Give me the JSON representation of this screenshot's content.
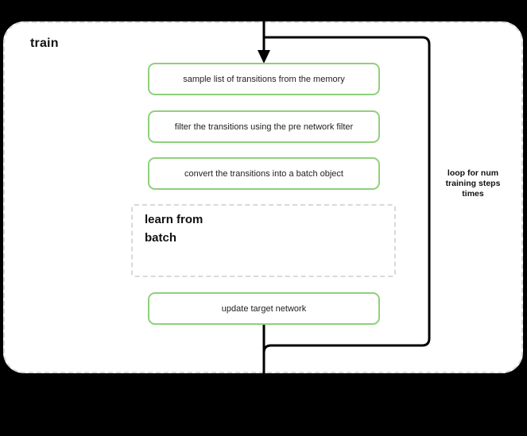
{
  "diagram": {
    "title": "train",
    "background_color": "#000000",
    "container": {
      "name": "train",
      "border_style": "dashed",
      "border_color": "#d9d9d9",
      "fill_color": "#ffffff"
    },
    "accent_green": "#8fd07c",
    "connector_color": "#000000",
    "steps": [
      {
        "id": "sample",
        "label": "sample list of transitions from the memory"
      },
      {
        "id": "filter",
        "label": "filter the transitions using the pre network filter"
      },
      {
        "id": "convert",
        "label": "convert the transitions into a batch object"
      },
      {
        "id": "update",
        "label": "update target network"
      }
    ],
    "sub_block": {
      "id": "learn-from-batch",
      "label": "learn from\nbatch",
      "line1": "learn from",
      "line2": "batch",
      "border_style": "dashed"
    },
    "loop": {
      "label": "loop for num\ntraining steps\ntimes",
      "line1": "loop for num",
      "line2": "training steps",
      "line3": "times"
    },
    "icons": {
      "flow_arrow": "arrow-down-icon",
      "loop_path": "loop-back-icon"
    }
  }
}
